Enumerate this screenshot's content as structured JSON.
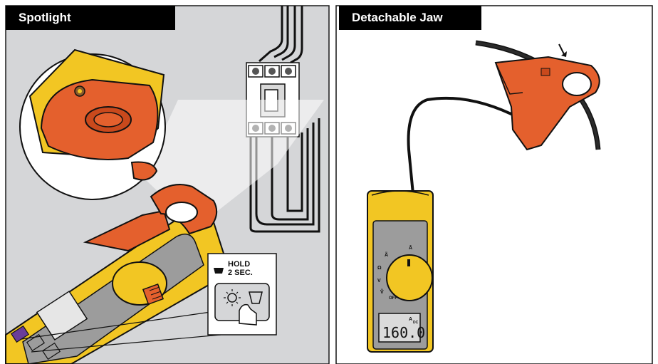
{
  "panels": {
    "left": {
      "title": "Spotlight"
    },
    "right": {
      "title": "Detachable Jaw"
    }
  },
  "hold_label": {
    "line1": "HOLD",
    "line2": "2 SEC."
  },
  "meter": {
    "display_value": "160.0",
    "display_unit": "A",
    "display_mode": "DC",
    "dial_off_label": "OFF"
  },
  "colors": {
    "panel_bg": "#d5d6d8",
    "jaw_orange": "#e4602d",
    "body_yellow": "#f2c623",
    "outline": "#1a1a1a",
    "screen_purple": "#6a3d9a"
  }
}
